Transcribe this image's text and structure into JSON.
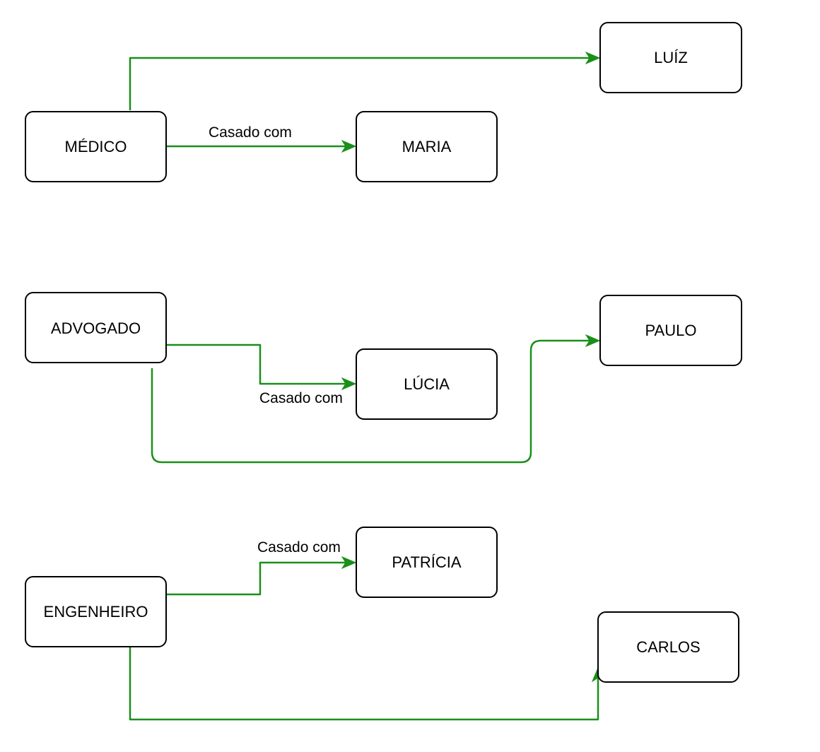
{
  "diagram": {
    "edge_color": "#1a8f1a",
    "nodes": {
      "medico": "MÉDICO",
      "maria": "MARIA",
      "luiz": "LUÍZ",
      "advogado": "ADVOGADO",
      "lucia": "LÚCIA",
      "paulo": "PAULO",
      "engenheiro": "ENGENHEIRO",
      "patricia": "PATRÍCIA",
      "carlos": "CARLOS"
    },
    "edges": [
      {
        "from": "medico",
        "to": "luiz",
        "label": ""
      },
      {
        "from": "medico",
        "to": "maria",
        "label": "Casado com"
      },
      {
        "from": "advogado",
        "to": "lucia",
        "label": "Casado com"
      },
      {
        "from": "advogado",
        "to": "paulo",
        "label": ""
      },
      {
        "from": "engenheiro",
        "to": "patricia",
        "label": "Casado com"
      },
      {
        "from": "engenheiro",
        "to": "carlos",
        "label": ""
      }
    ]
  }
}
